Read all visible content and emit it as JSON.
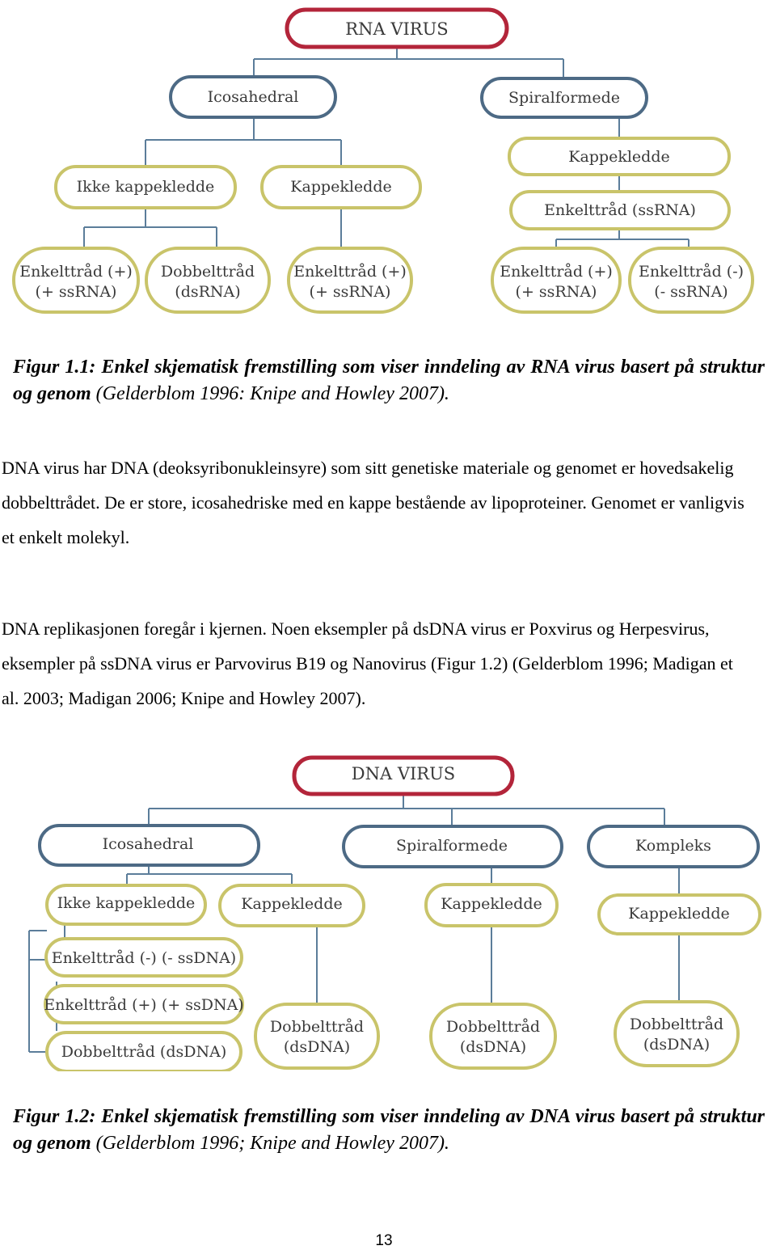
{
  "rna_diagram": {
    "root": "RNA VIRUS",
    "icosahedral": "Icosahedral",
    "spiral": "Spiralformede",
    "ikke_kappekledde": "Ikke kappekledde",
    "kappekledde_ico": "Kappekledde",
    "kappekledde_spiral": "Kappekledde",
    "enkelttraad_ssrna": "Enkelttråd (ssRNA)",
    "leaf1": [
      "Enkelttråd (+)",
      "(+ ssRNA)"
    ],
    "leaf2": [
      "Dobbelttråd",
      "(dsRNA)"
    ],
    "leaf3": [
      "Enkelttråd (+)",
      "(+ ssRNA)"
    ],
    "leaf4": [
      "Enkelttråd (+)",
      "(+ ssRNA)"
    ],
    "leaf5": [
      "Enkelttråd (-)",
      "(- ssRNA)"
    ]
  },
  "caption1": {
    "label": "Figur 1.1:",
    "bold_text": "Enkel skjematisk fremstilling som viser inndeling av RNA virus basert på struktur og genom",
    "citation": "(Gelderblom 1996: Knipe and Howley 2007)."
  },
  "paragraph1": "DNA virus har DNA (deoksyribonukleinsyre) som sitt genetiske materiale og genomet er hovedsakelig dobbelttrådet. De er store, icosahedriske med en kappe bestående av lipoproteiner. Genomet er vanligvis et enkelt molekyl.",
  "paragraph2": "DNA replikasjonen foregår i kjernen. Noen eksempler på dsDNA virus er Poxvirus og Herpesvirus, eksempler på ssDNA virus er Parvovirus B19 og Nanovirus (Figur 1.2) (Gelderblom 1996; Madigan et al. 2003; Madigan 2006; Knipe and Howley 2007).",
  "dna_diagram": {
    "root": "DNA VIRUS",
    "icosahedral": "Icosahedral",
    "spiral": "Spiralformede",
    "kompleks": "Kompleks",
    "ikke_kappekledde": "Ikke kappekledde",
    "kappekledde_ico": "Kappekledde",
    "kappekledde_spiral": "Kappekledde",
    "kappekledde_kompleks": "Kappekledde",
    "ss_minus": "Enkelttråd (-) (- ssDNA)",
    "ss_plus": "Enkelttråd (+) (+ ssDNA)",
    "ds_ikke": "Dobbelttråd (dsDNA)",
    "leaf_ico": [
      "Dobbelttråd",
      "(dsDNA)"
    ],
    "leaf_spiral": [
      "Dobbelttråd",
      "(dsDNA)"
    ],
    "leaf_kompleks": [
      "Dobbelttråd",
      "(dsDNA)"
    ]
  },
  "caption2": {
    "label": "Figur 1.2:",
    "bold_text": "Enkel skjematisk fremstilling som viser inndeling av DNA virus basert på struktur og genom",
    "citation": "(Gelderblom 1996; Knipe and Howley 2007)."
  },
  "page_number": "13",
  "colors": {
    "root_border": "#b3253a",
    "level1_border": "#4d6a85",
    "level2_border": "#c9c46a",
    "connector": "#5b7d9a"
  }
}
